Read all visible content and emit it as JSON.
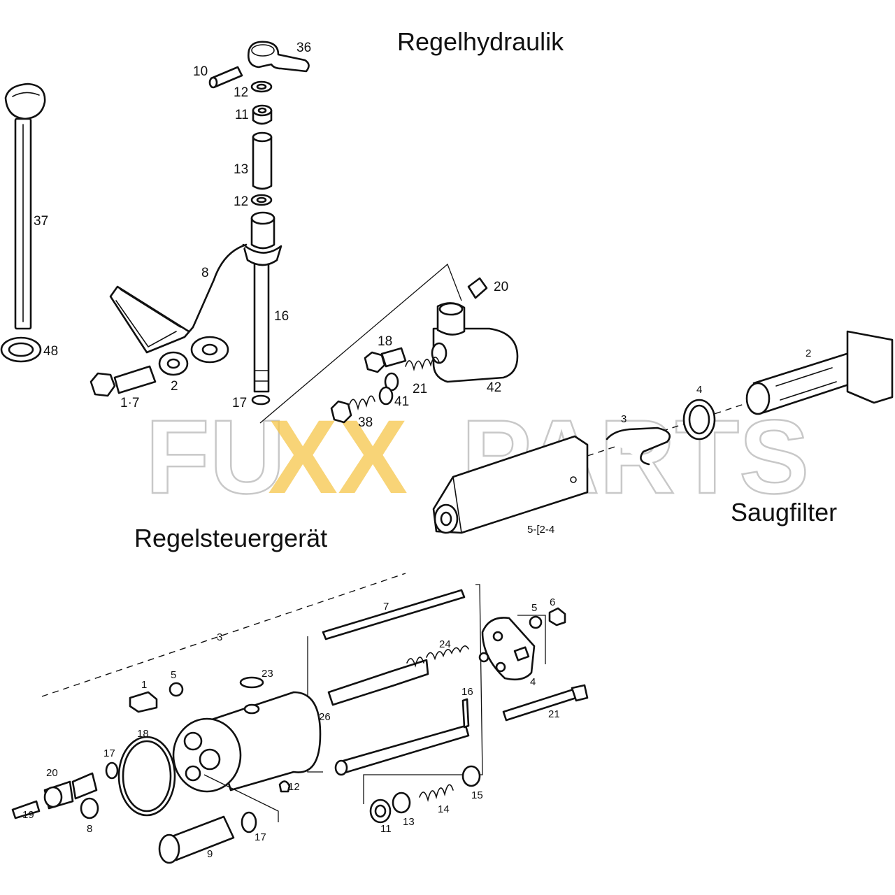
{
  "section_titles": {
    "top": "Regelhydraulik",
    "filter": "Saugfilter",
    "bottom": "Regelsteuergerät"
  },
  "watermark": {
    "part1": "FU",
    "part2": "XX",
    "part3": "PARTS",
    "outline_color": "#c8c8c8",
    "accent_color": "#f6c64a"
  },
  "callouts_top": {
    "c36": "36",
    "c10": "10",
    "c12a": "12",
    "c11": "11",
    "c13": "13",
    "c12b": "12",
    "c37": "37",
    "c8": "8",
    "c16": "16",
    "c48": "48",
    "c17": "17",
    "c2": "2",
    "c17b": "1·7",
    "c20": "20",
    "c18": "18",
    "c21": "21",
    "c41": "41",
    "c38": "38",
    "c42": "42"
  },
  "callouts_filter": {
    "f2": "2",
    "f4": "4",
    "f3": "3",
    "f5": "5-[2-4"
  },
  "callouts_bottom": {
    "b7": "7",
    "b3": "3",
    "b24": "24",
    "b5": "5",
    "b6": "6",
    "b4": "4",
    "b1": "1",
    "b5b": "5",
    "b23": "23",
    "b26": "26",
    "b16": "16",
    "b21": "21",
    "b18": "18",
    "b17": "17",
    "b20": "20",
    "b12": "12",
    "b15": "15",
    "b14": "14",
    "b13": "13",
    "b11": "11",
    "b19": "19",
    "b8": "8",
    "b9": "9",
    "b17b": "17"
  }
}
